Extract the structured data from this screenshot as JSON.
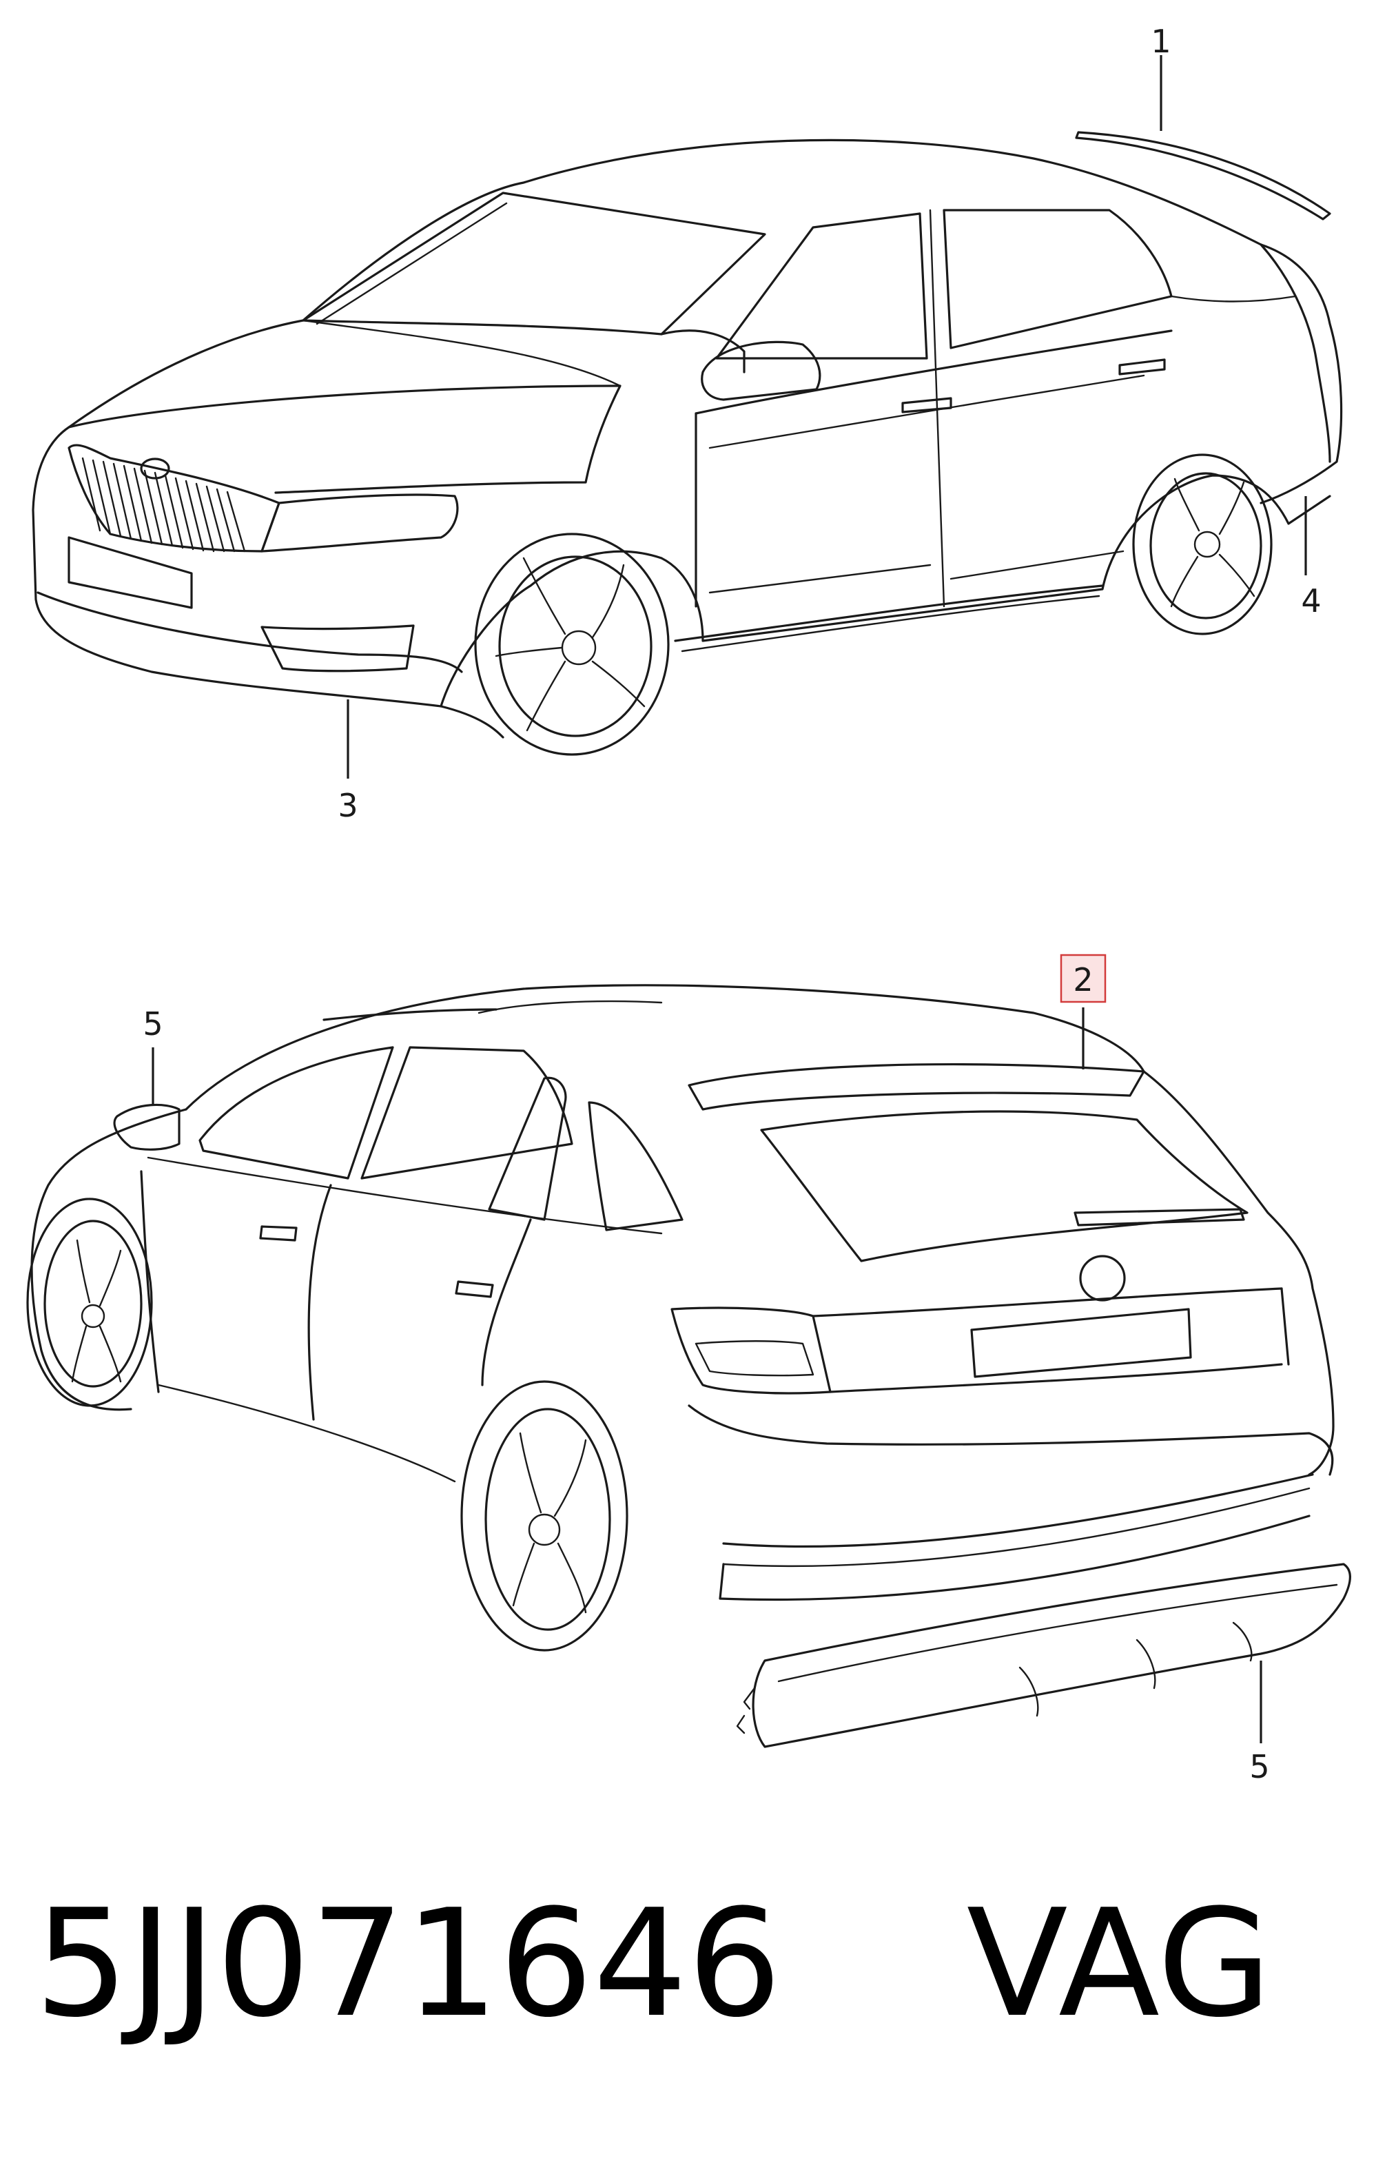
{
  "callouts": {
    "c1": "1",
    "c2": "2",
    "c3": "3",
    "c4": "4",
    "c5a": "5",
    "c5b": "5"
  },
  "highlight_color": "#d23b3b",
  "footer": {
    "part_number": "5JJ071646",
    "brand": "VAG"
  }
}
